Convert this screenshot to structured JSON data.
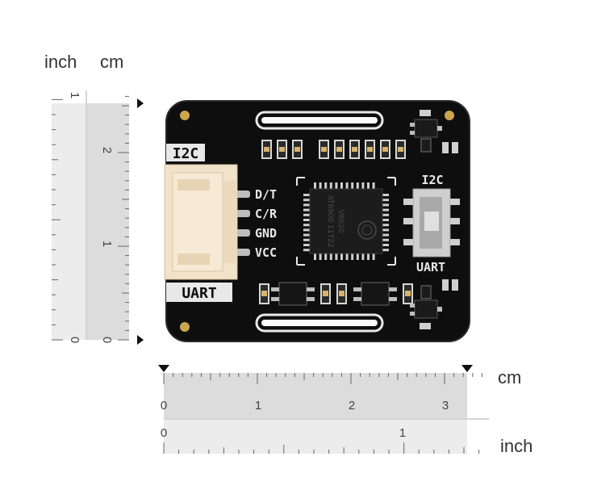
{
  "units": {
    "inch": "inch",
    "cm": "cm"
  },
  "vertical_ruler": {
    "cm_labels": [
      "0",
      "1",
      "2"
    ],
    "inch_labels": [
      "0",
      "1"
    ]
  },
  "horizontal_ruler": {
    "cm_labels": [
      "0",
      "1",
      "2",
      "3"
    ],
    "inch_labels": [
      "0",
      "1"
    ]
  },
  "board": {
    "silkscreen": {
      "top_left": "I2C",
      "bottom_left": "UART",
      "pins": [
        "D/T",
        "C/R",
        "GND",
        "VCC"
      ],
      "switch_top": "I2C",
      "switch_bottom": "UART"
    },
    "chip": {
      "line1": "V8620",
      "line2": "AT6900 11T22"
    },
    "colors": {
      "pcb": "#0e0e0e",
      "connector": "#f1e2c9",
      "silkscreen": "#e8e8e8",
      "gold": "#c9a64b",
      "ruler_fill": "#e3e3e3"
    }
  }
}
